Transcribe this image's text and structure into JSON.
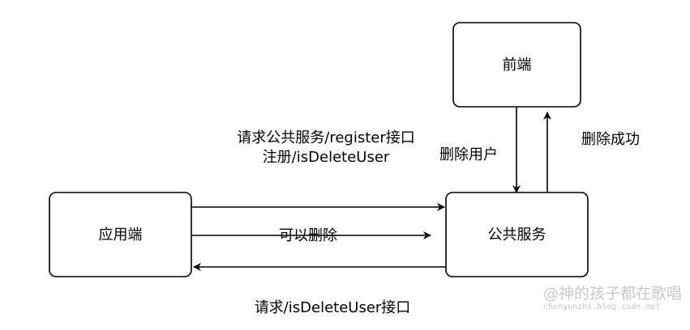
{
  "nodes": {
    "frontend": "前端",
    "app": "应用端",
    "public_service": "公共服务"
  },
  "edges": {
    "delete_user": "删除用户",
    "delete_success": "删除成功",
    "can_delete": "可以删除",
    "register_line1": "请求公共服务/register接口",
    "register_line2": "注册/isDeleteUser",
    "request_is_delete": "请求/isDeleteUser接口"
  },
  "watermark": {
    "main": "@神的孩子都在歌唱",
    "sub": "chenyunzhi.blog.csdn.net"
  }
}
